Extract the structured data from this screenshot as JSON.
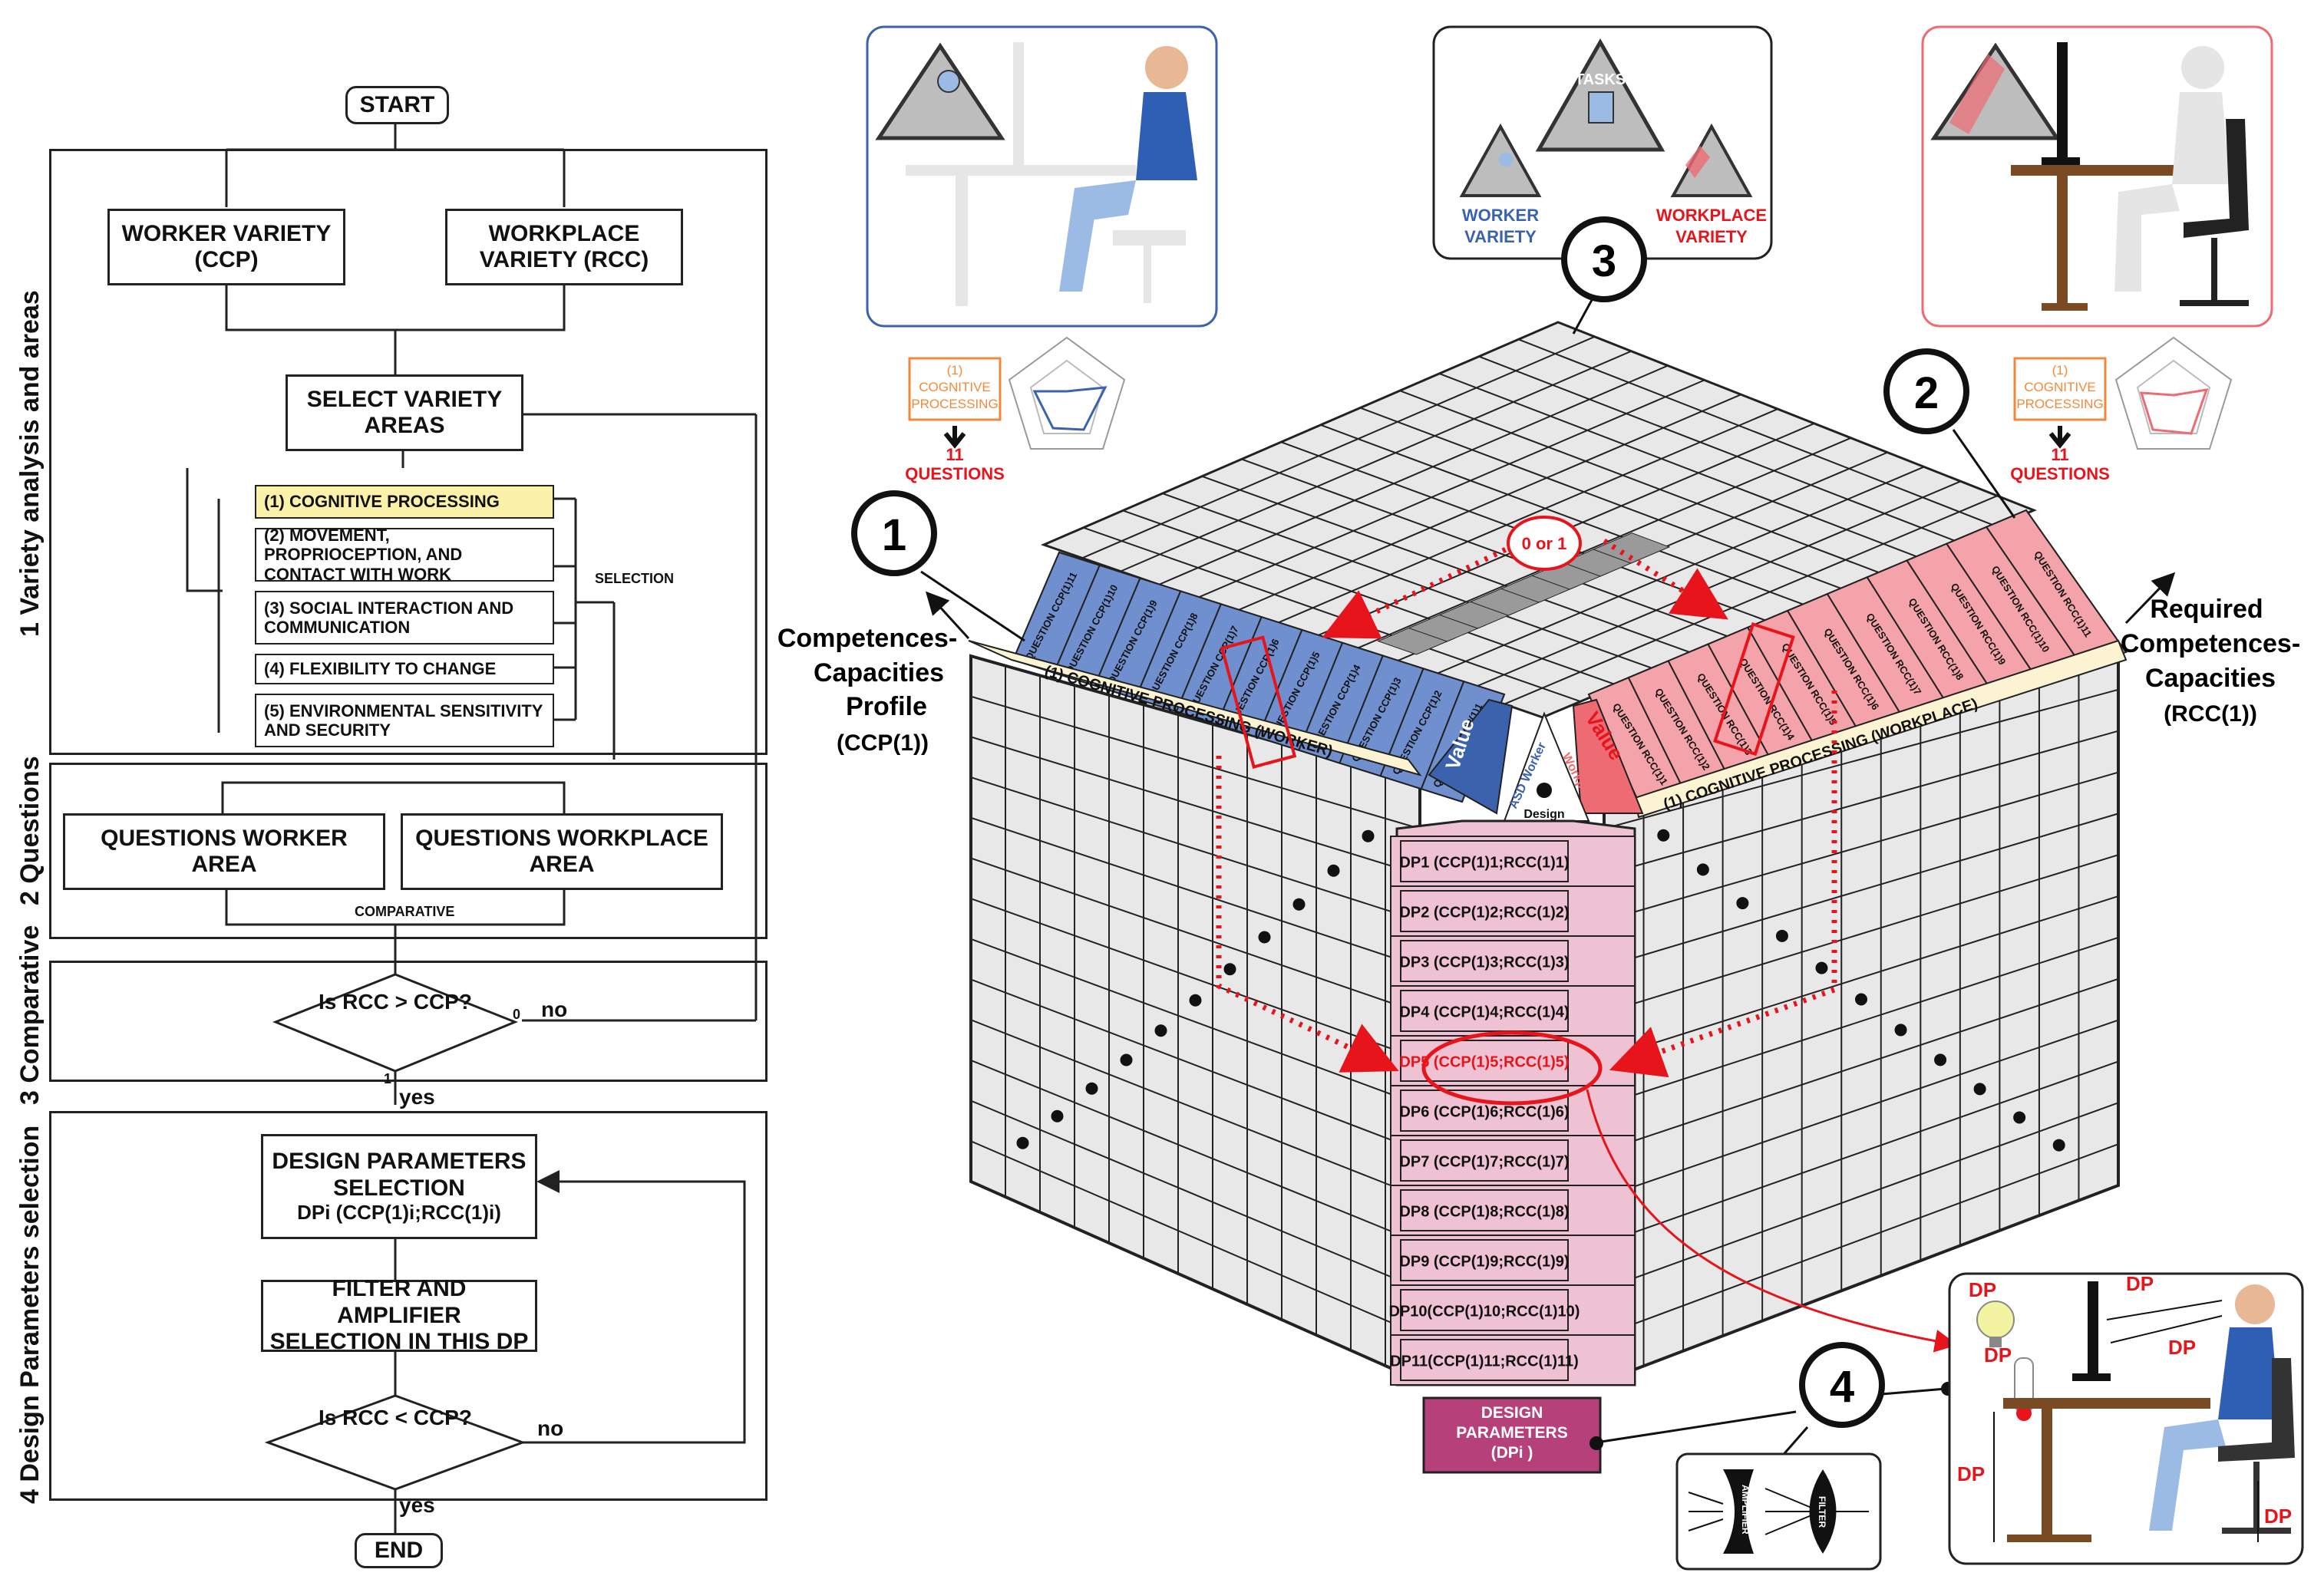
{
  "flowchart": {
    "start": "START",
    "end": "END",
    "worker_variety": "WORKER VARIETY (CCP)",
    "workplace_variety": "WORKPLACE VARIETY (RCC)",
    "select_areas": "SELECT VARIETY AREAS",
    "areas": [
      "(1) COGNITIVE PROCESSING",
      "(2) MOVEMENT, PROPRIOCEPTION, AND CONTACT WITH WORK",
      "(3) SOCIAL INTERACTION AND COMMUNICATION",
      "(4) FLEXIBILITY TO CHANGE",
      "(5) ENVIRONMENTAL SENSITIVITY AND SECURITY"
    ],
    "selection_label": "SELECTION",
    "questions_worker": "QUESTIONS WORKER AREA",
    "questions_workplace": "QUESTIONS WORKPLACE AREA",
    "comparative_label": "COMPARATIVE",
    "decision1": "Is RCC > CCP?",
    "decision1_no_value": "0",
    "decision1_no": "no",
    "decision1_yes_value": "1",
    "decision1_yes": "yes",
    "dp_selection_line1": "DESIGN PARAMETERS SELECTION",
    "dp_selection_line2": "DPi (CCP(1)i;RCC(1)i)",
    "filter_selection": "FILTER AND AMPLIFIER SELECTION IN THIS DP",
    "decision2": "Is RCC < CCP?",
    "decision2_no": "no",
    "decision2_yes": "yes",
    "sections": [
      "1 Variety analysis and areas",
      "2 Questions",
      "3 Comparative",
      "4 Design Parameters selection"
    ]
  },
  "cube": {
    "ccp_label_lines": [
      "Competences-",
      "Capacities",
      "Profile",
      "(CCP(1))"
    ],
    "rcc_label_lines": [
      "Required",
      "Competences-",
      "Capacities",
      "(RCC(1))"
    ],
    "worker_band": "(1) COGNITIVE PROCESSING (WORKER)",
    "workplace_band": "(1) COGNITIVE PROCESSING (WORKPLACE)",
    "worker_questions": [
      "QUESTION CCP(1)11",
      "QUESTION CCP(1)10",
      "QUESTION CCP(1)9",
      "QUESTION CCP(1)8",
      "QUESTION CCP(1)7",
      "QUESTION CCP(1)6",
      "QUESTION CCP(1)5",
      "QUESTION CCP(1)4",
      "QUESTION CCP(1)3",
      "QUESTION CCP(1)2",
      "QUESTION CCP(1)1"
    ],
    "workplace_questions": [
      "QUESTION RCC(1)1",
      "QUESTION RCC(1)2",
      "QUESTION RCC(1)3",
      "QUESTION RCC(1)4",
      "QUESTION RCC(1)5",
      "QUESTION RCC(1)6",
      "QUESTION RCC(1)7",
      "QUESTION RCC(1)8",
      "QUESTION RCC(1)9",
      "QUESTION RCC(1)10",
      "QUESTION RCC(1)11"
    ],
    "value_left": "Value",
    "value_right": "Value",
    "asd_worker": "ASD Worker",
    "workplace": "Workplace",
    "design": "Design",
    "zero_or_one": "0 or 1",
    "dp_rows": [
      "DP1 (CCP(1)1;RCC(1)1)",
      "DP2 (CCP(1)2;RCC(1)2)",
      "DP3 (CCP(1)3;RCC(1)3)",
      "DP4 (CCP(1)4;RCC(1)4)",
      "DP5 (CCP(1)5;RCC(1)5)",
      "DP6 (CCP(1)6;RCC(1)6)",
      "DP7 (CCP(1)7;RCC(1)7)",
      "DP8 (CCP(1)8;RCC(1)8)",
      "DP9 (CCP(1)9;RCC(1)9)",
      "DP10(CCP(1)10;RCC(1)10)",
      "DP11(CCP(1)11;RCC(1)11)"
    ],
    "design_params_lines": [
      "DESIGN",
      "PARAMETERS",
      "(DPi )"
    ]
  },
  "callouts": {
    "one": "1",
    "two": "2",
    "three": "3",
    "four": "4",
    "left_area_lines": [
      "(1)",
      "COGNITIVE",
      "PROCESSING"
    ],
    "right_area_lines": [
      "(1)",
      "COGNITIVE",
      "PROCESSING"
    ],
    "left_count": "11",
    "left_questions": "QUESTIONS",
    "right_count": "11",
    "right_questions": "QUESTIONS",
    "tasks": "TASKS",
    "worker_variety_lines": [
      "WORKER",
      "VARIETY"
    ],
    "workplace_variety_lines": [
      "WORKPLACE",
      "VARIETY"
    ],
    "dp_tags": [
      "DP",
      "DP",
      "DP",
      "DP",
      "DP",
      "DP"
    ],
    "amplifier": "AMPLIFIER",
    "filter": "FILTER"
  },
  "colors": {
    "worker_blue": "#3b63ad",
    "workplace_red": "#ef6b74",
    "dp_pink": "#eec2d3",
    "dp_magenta": "#b5407a",
    "highlight_yellow": "#fbf1a9",
    "grid_gray": "#e8e8e8",
    "accent_red": "#e8141b",
    "band_cream": "#fbf3d2"
  }
}
